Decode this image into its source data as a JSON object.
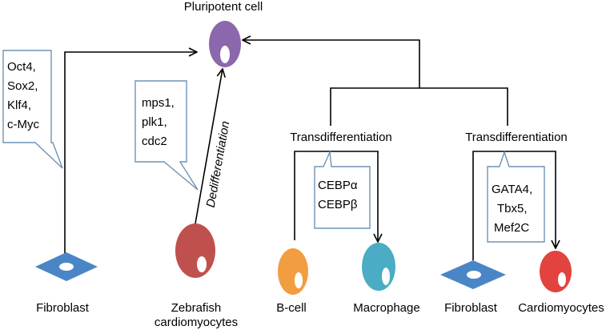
{
  "labels": {
    "pluripotent": "Pluripotent cell",
    "fibroblast_left": "Fibroblast",
    "zebrafish_line1": "Zebrafish",
    "zebrafish_line2": "cardiomyocytes",
    "bcell": "B-cell",
    "macrophage": "Macrophage",
    "fibroblast_right": "Fibroblast",
    "cardiomyocytes": "Cardiomyocytes",
    "transdiff_left": "Transdifferentiation",
    "transdiff_right": "Transdifferentiation",
    "dedifferentiation": "Dedifferentiation"
  },
  "callouts": {
    "reprogramming_factors": [
      "Oct4,",
      "Sox2,",
      "Klf4,",
      "c-Myc"
    ],
    "zebrafish_genes": [
      "mps1,",
      "plk1,",
      "cdc2"
    ],
    "bcell_factors": [
      "CEBPα",
      "CEBPβ"
    ],
    "cardio_factors": [
      "GATA4,",
      "Tbx5,",
      "Mef2C"
    ]
  },
  "colors": {
    "pluripotent": "#8b67ad",
    "zebrafish": "#c0504d",
    "bcell": "#f29d3f",
    "macrophage": "#4aacc5",
    "cardiomyocyte": "#e2433f",
    "fibroblast": "#4a86c6",
    "callout_border": "#6f93b5"
  }
}
